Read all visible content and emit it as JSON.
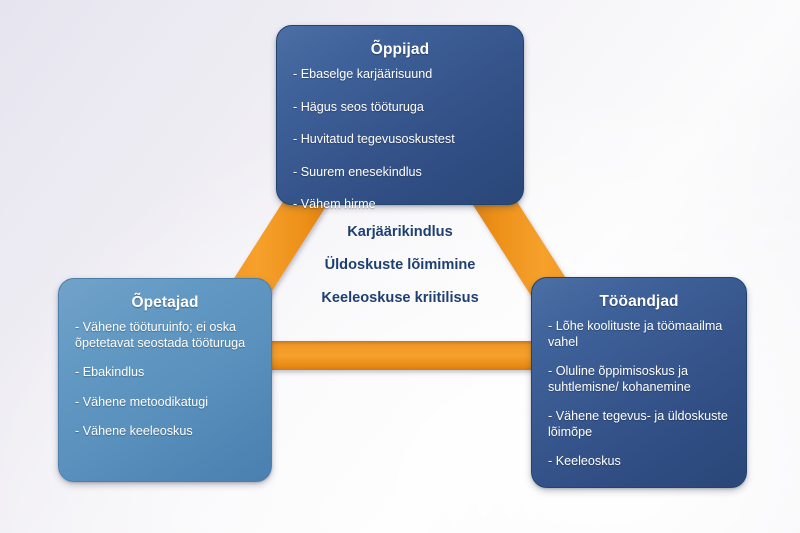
{
  "theme": {
    "accent_orange": "#F2941E",
    "node_dark_blue": "#36558C",
    "node_light_blue": "#5A91BD",
    "center_text_blue": "#1F3F73",
    "background": "#EEECF3"
  },
  "nodes": {
    "learners": {
      "title": "Õppijad",
      "items": [
        "- Ebaselge karjäärisuund",
        "- Hägus seos tööturuga",
        "- Huvitatud tegevusoskustest",
        "- Suurem enesekindlus",
        "- Vähem hirme"
      ]
    },
    "teachers": {
      "title": "Õpetajad",
      "items": [
        "- Vähene tööturuinfo; ei oska õpetetavat seostada tööturuga",
        "- Ebakindlus",
        "- Vähene metoodikatugi",
        "- Vähene keeleoskus"
      ]
    },
    "employers": {
      "title": "Tööandjad",
      "items": [
        "- Lõhe koolituste ja töömaailma vahel",
        "- Oluline õppimisoskus ja suhtlemisne/ kohanemine",
        "- Vähene tegevus- ja üldoskuste lõimõpe",
        "- Keeleoskus"
      ]
    }
  },
  "center": {
    "lines": [
      "Karjäärikindlus",
      "Üldoskuste lõimimine",
      "Keeleoskuse kriitilisus"
    ]
  },
  "connectors": {
    "left_diagonal_label": "Õppijad–Õpetajad connector",
    "right_diagonal_label": "Õppijad–Tööandjad connector",
    "bottom_horizontal_label": "Õpetajad–Tööandjad connector"
  }
}
